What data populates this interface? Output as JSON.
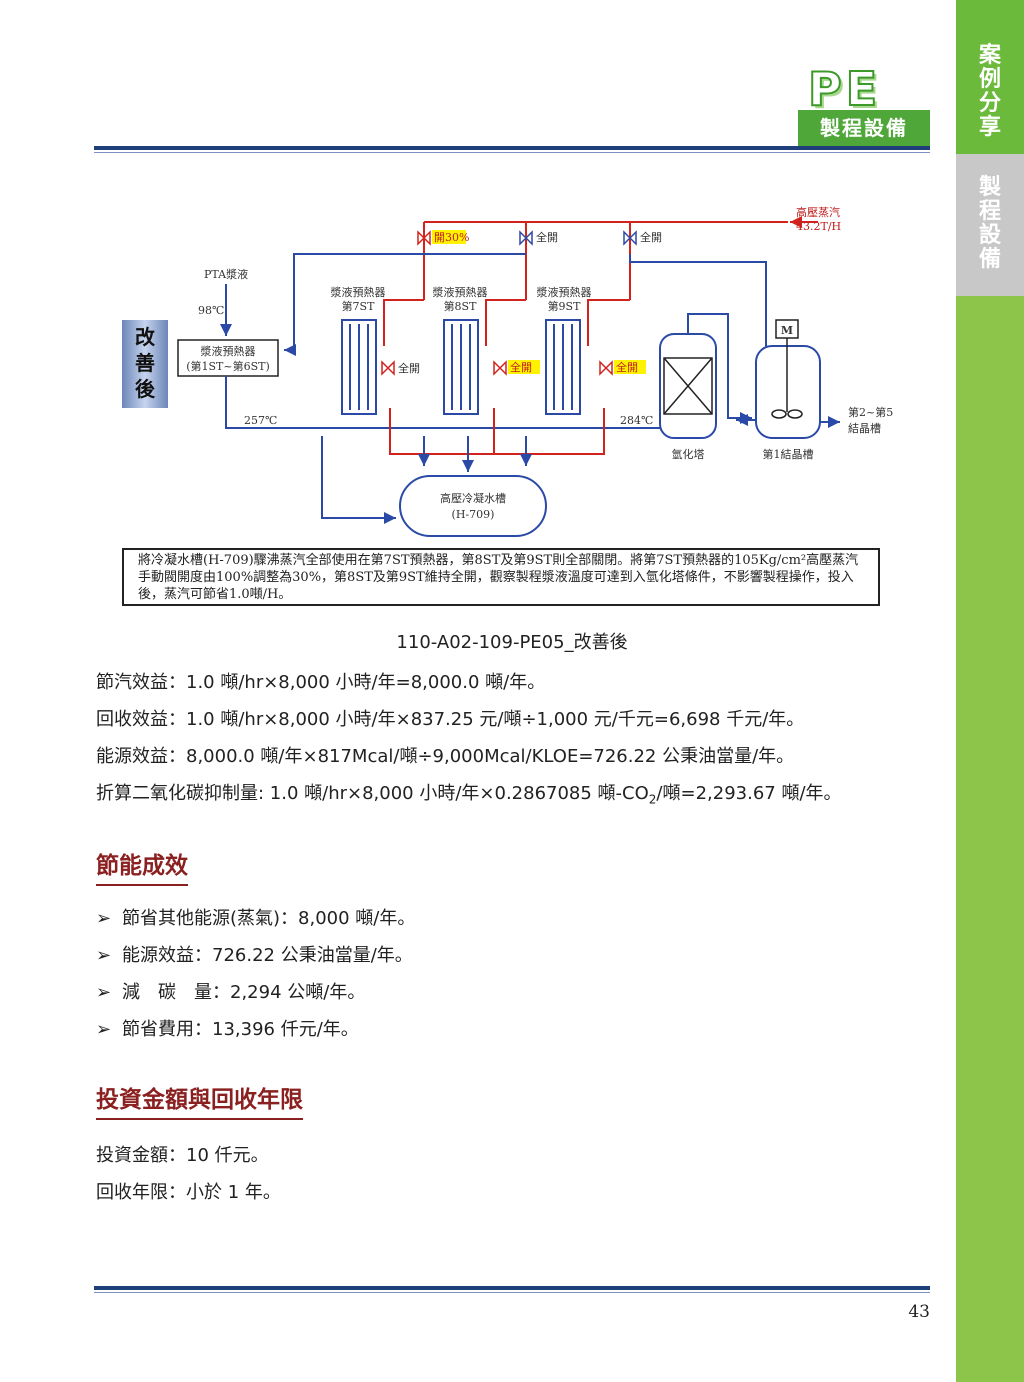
{
  "side_tabs": [
    "案例分享",
    "製程設備",
    ""
  ],
  "header": {
    "logo": "PE",
    "badge": "製程設備"
  },
  "diagram": {
    "side_label": "改善後",
    "steam_label": "高壓蒸汽",
    "steam_flow": "43.2T/H",
    "valve_30": "開30%",
    "valve_top2": "全開",
    "valve_top3": "全開",
    "feed_label": "PTA漿液",
    "feed_temp": "98℃",
    "preheater_1": "漿液預熱器",
    "preheater_1_range": "(第1ST~第6ST)",
    "pre7_a": "漿液預熱器",
    "pre7_b": "第7ST",
    "pre8_a": "漿液預熱器",
    "pre8_b": "第8ST",
    "pre9_a": "漿液預熱器",
    "pre9_b": "第9ST",
    "valve_mid1": "全開",
    "valve_mid2": "全開",
    "valve_mid3": "全開",
    "temp_257": "257℃",
    "temp_284": "284℃",
    "tower": "氫化塔",
    "crystallizer": "第1結晶槽",
    "motor": "M",
    "to_next_a": "第2~第5",
    "to_next_b": "結晶槽",
    "tank_a": "高壓冷凝水槽",
    "tank_b": "(H-709)",
    "note": "將冷凝水槽(H-709)驟沸蒸汽全部使用在第7ST預熱器，第8ST及第9ST則全部關閉。將第7ST預熱器的105Kg/cm²高壓蒸汽手動閥開度由100%調整為30%，第8ST及第9ST維持全開，觀察製程漿液溫度可達到入氫化塔條件，不影響製程操作，投入後，蒸汽可節省1.0噸/H。"
  },
  "caption": "110-A02-109-PE05_改善後",
  "equations": [
    "節汽效益：1.0 噸/hr×8,000 小時/年=8,000.0 噸/年。",
    "回收效益：1.0 噸/hr×8,000 小時/年×837.25 元/噸÷1,000 元/千元=6,698 千元/年。",
    "能源效益：8,000.0 噸/年×817Mcal/噸÷9,000Mcal/KLOE=726.22 公秉油當量/年。"
  ],
  "co2": {
    "pre": "折算二氧化碳抑制量: 1.0 噸/hr×8,000 小時/年×0.2867085 噸-CO",
    "sub": "2",
    "post": "/噸=2,293.67 噸/年。"
  },
  "section1": {
    "title": "節能成效",
    "bullet_mark": "➢",
    "items": [
      "節省其他能源(蒸氣)：8,000 噸/年。",
      "能源效益：726.22 公秉油當量/年。",
      "減　碳　量：2,294 公噸/年。",
      "節省費用：13,396 仟元/年。"
    ]
  },
  "section2": {
    "title": "投資金額與回收年限",
    "lines": [
      "投資金額：10 仟元。",
      "回收年限：小於 1 年。"
    ]
  },
  "page_number": "43"
}
